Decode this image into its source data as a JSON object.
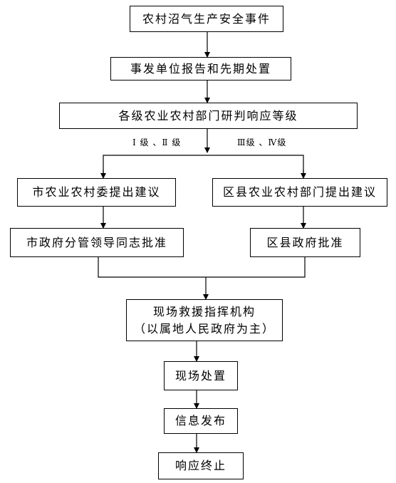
{
  "nodes": {
    "incident": "农村沼气生产安全事件",
    "report": "事发单位报告和先期处置",
    "assess": "各级农业农村部门研判响应等级",
    "city_committee": "市农业农村委提出建议",
    "district_dept": "区县农业农村部门提出建议",
    "city_approve": "市政府分管领导同志批准",
    "district_approve": "区县政府批准",
    "command": {
      "line1": "现场救援指挥机构",
      "line2": "（以属地人民政府为主）"
    },
    "onsite": "现场处置",
    "info": "信息发布",
    "end": "响应终止"
  },
  "labels": {
    "left_branch": "Ⅰ 级 、Ⅱ 级",
    "right_branch": "Ⅲ级 、Ⅳ级"
  }
}
